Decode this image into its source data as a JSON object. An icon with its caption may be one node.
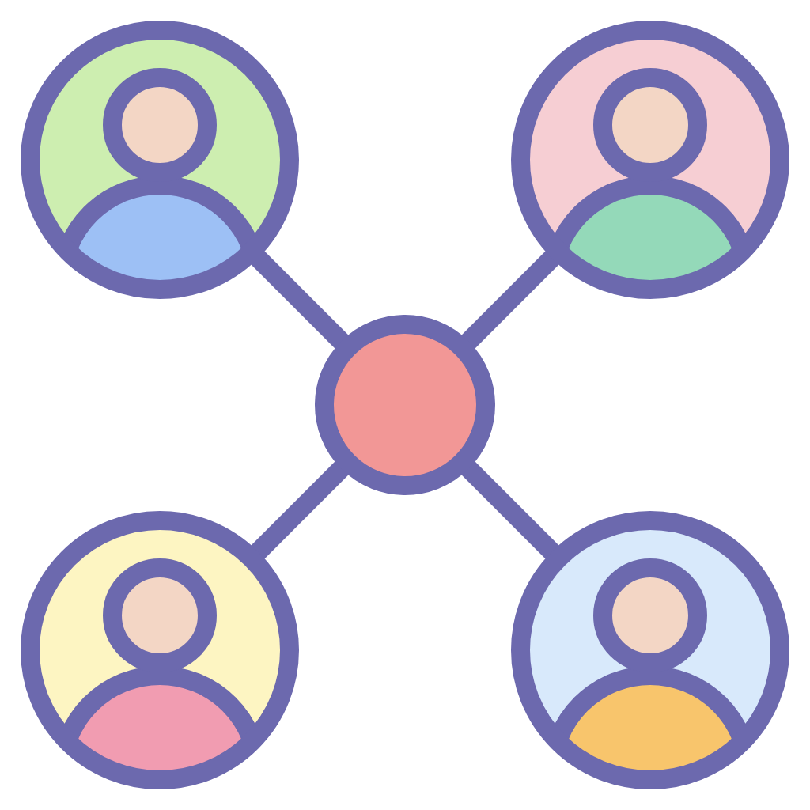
{
  "diagram": {
    "nodes": [
      {
        "text": [],
        "shape": "person"
      },
      {
        "text": [],
        "shape": "person"
      },
      {
        "text": [],
        "shape": "circle"
      },
      {
        "text": [],
        "shape": "person"
      },
      {
        "text": [],
        "shape": "person"
      }
    ],
    "edges": [
      {
        "from": 2,
        "to": 0,
        "arrow": "none"
      },
      {
        "from": 2,
        "to": 1,
        "arrow": "none"
      },
      {
        "from": 2,
        "to": 3,
        "arrow": "none"
      },
      {
        "from": 2,
        "to": 4,
        "arrow": "none"
      }
    ]
  }
}
